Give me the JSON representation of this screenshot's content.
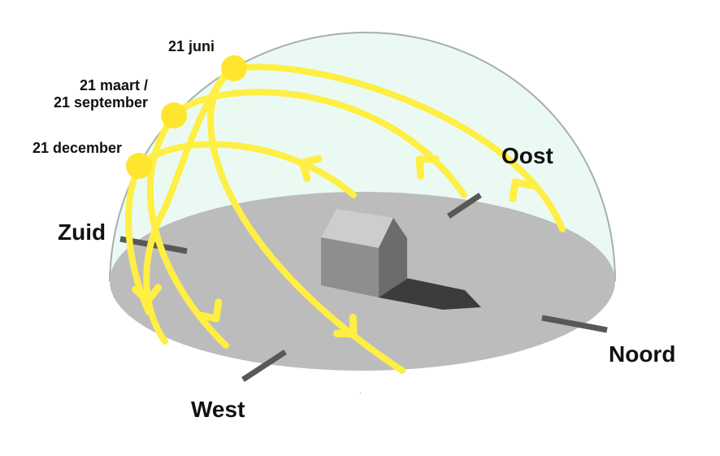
{
  "dates": {
    "june": "21 juni",
    "equinox_line1": "21 maart /",
    "equinox_line2": "21 september",
    "december": "21 december"
  },
  "directions": {
    "south": "Zuid",
    "east": "Oost",
    "north": "Noord",
    "west": "West"
  },
  "colors": {
    "dome": "#eafaf3",
    "dome_outline": "#a8aeaa",
    "ground": "#bcbcbc",
    "sun_path": "#ffee44",
    "sun": "#ffe62e",
    "house_front": "#8e8e8e",
    "house_side": "#6c6c6c",
    "house_roof": "#cdcdcd",
    "shadow": "#3c3c3c",
    "axis_marks": "#585858"
  }
}
